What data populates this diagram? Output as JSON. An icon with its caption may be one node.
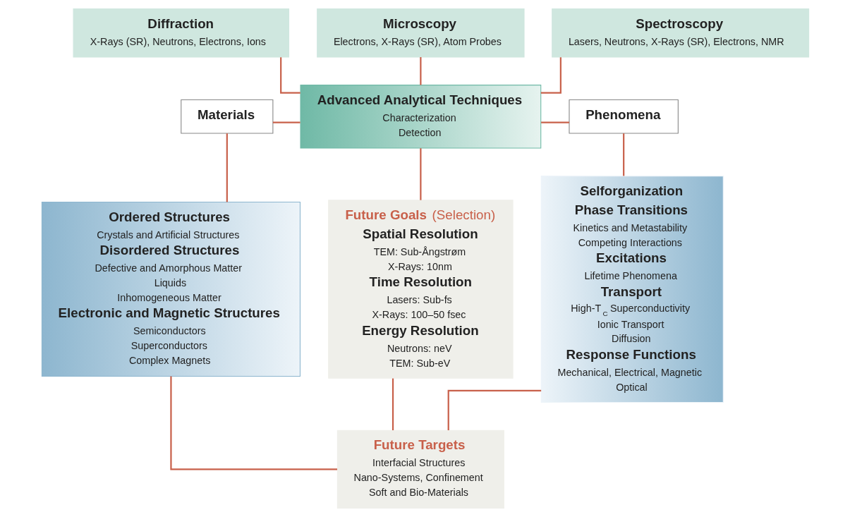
{
  "diagram": {
    "nodes": [
      {
        "text": [
          "Diffraction",
          "X-Rays (SR), Neutrons, Electrons, Ions"
        ]
      },
      {
        "text": [
          "Microscopy",
          "Electrons, X-Rays (SR), Atom Probes"
        ]
      },
      {
        "text": [
          "Spectroscopy",
          "Lasers, Neutrons, X-Rays (SR), Electrons, NMR"
        ]
      },
      {
        "text": [
          "Materials"
        ]
      },
      {
        "text": [
          "Advanced Analytical Techniques",
          "Characterization",
          "Detection"
        ]
      },
      {
        "text": [
          "Phenomena"
        ]
      },
      {
        "text": [
          "Ordered Structures",
          "Crystals and Artificial Structures",
          "Disordered Structures",
          "Defective and Amorphous Matter",
          "Liquids",
          "Inhomogeneous Matter",
          "Electronic and Magnetic Structures",
          "Semiconductors",
          "Superconductors",
          "Complex Magnets"
        ]
      },
      {
        "text": [
          "**Future Goals** (Selection)",
          "Spatial Resolution",
          "TEM: Sub-Ångstrøm",
          "X-Rays: 10nm",
          "Time Resolution",
          "Lasers: Sub-fs",
          "X-Rays: 100–50 fsec",
          "Energy Resolution",
          "Neutrons: neV",
          "TEM: Sub-eV"
        ]
      },
      {
        "text": [
          "Selforganization",
          "Phase Transitions",
          "Kinetics and Metastability",
          "Competing Interactions",
          "Excitations",
          "Lifetime Phenomena",
          "Transport",
          "High-T$_{C}$ Superconductivity",
          "Ionic Transport",
          "Diffusion",
          "Response Functions",
          "Mechanical, Electrical, Magnetic",
          "Optical"
        ]
      },
      {
        "text": [
          "Future Targets",
          "Interfacial Structures",
          "Nano-Systems, Confinement",
          "Soft and Bio-Materials"
        ]
      }
    ],
    "edges": [
      {
        "from": 0,
        "to": 4,
        "arrow": "none"
      },
      {
        "from": 1,
        "to": 4,
        "arrow": "none"
      },
      {
        "from": 2,
        "to": 4,
        "arrow": "none"
      },
      {
        "from": 3,
        "to": 4,
        "arrow": "none"
      },
      {
        "from": 4,
        "to": 5,
        "arrow": "none"
      },
      {
        "from": 3,
        "to": 6,
        "arrow": "none"
      },
      {
        "from": 4,
        "to": 7,
        "arrow": "none"
      },
      {
        "from": 5,
        "to": 8,
        "arrow": "none"
      },
      {
        "from": 7,
        "to": 9,
        "arrow": "none"
      },
      {
        "from": 6,
        "to": 9,
        "arrow": "none"
      },
      {
        "from": 9,
        "to": 8,
        "arrow": "none"
      }
    ]
  }
}
